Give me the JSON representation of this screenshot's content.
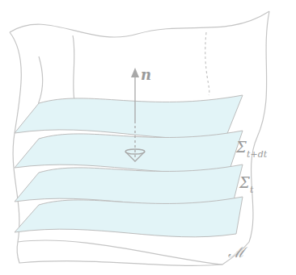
{
  "diagram": {
    "labels": [
      "n",
      "Σ",
      "t+dt",
      "Σ",
      "t",
      "ℳ"
    ]
  }
}
